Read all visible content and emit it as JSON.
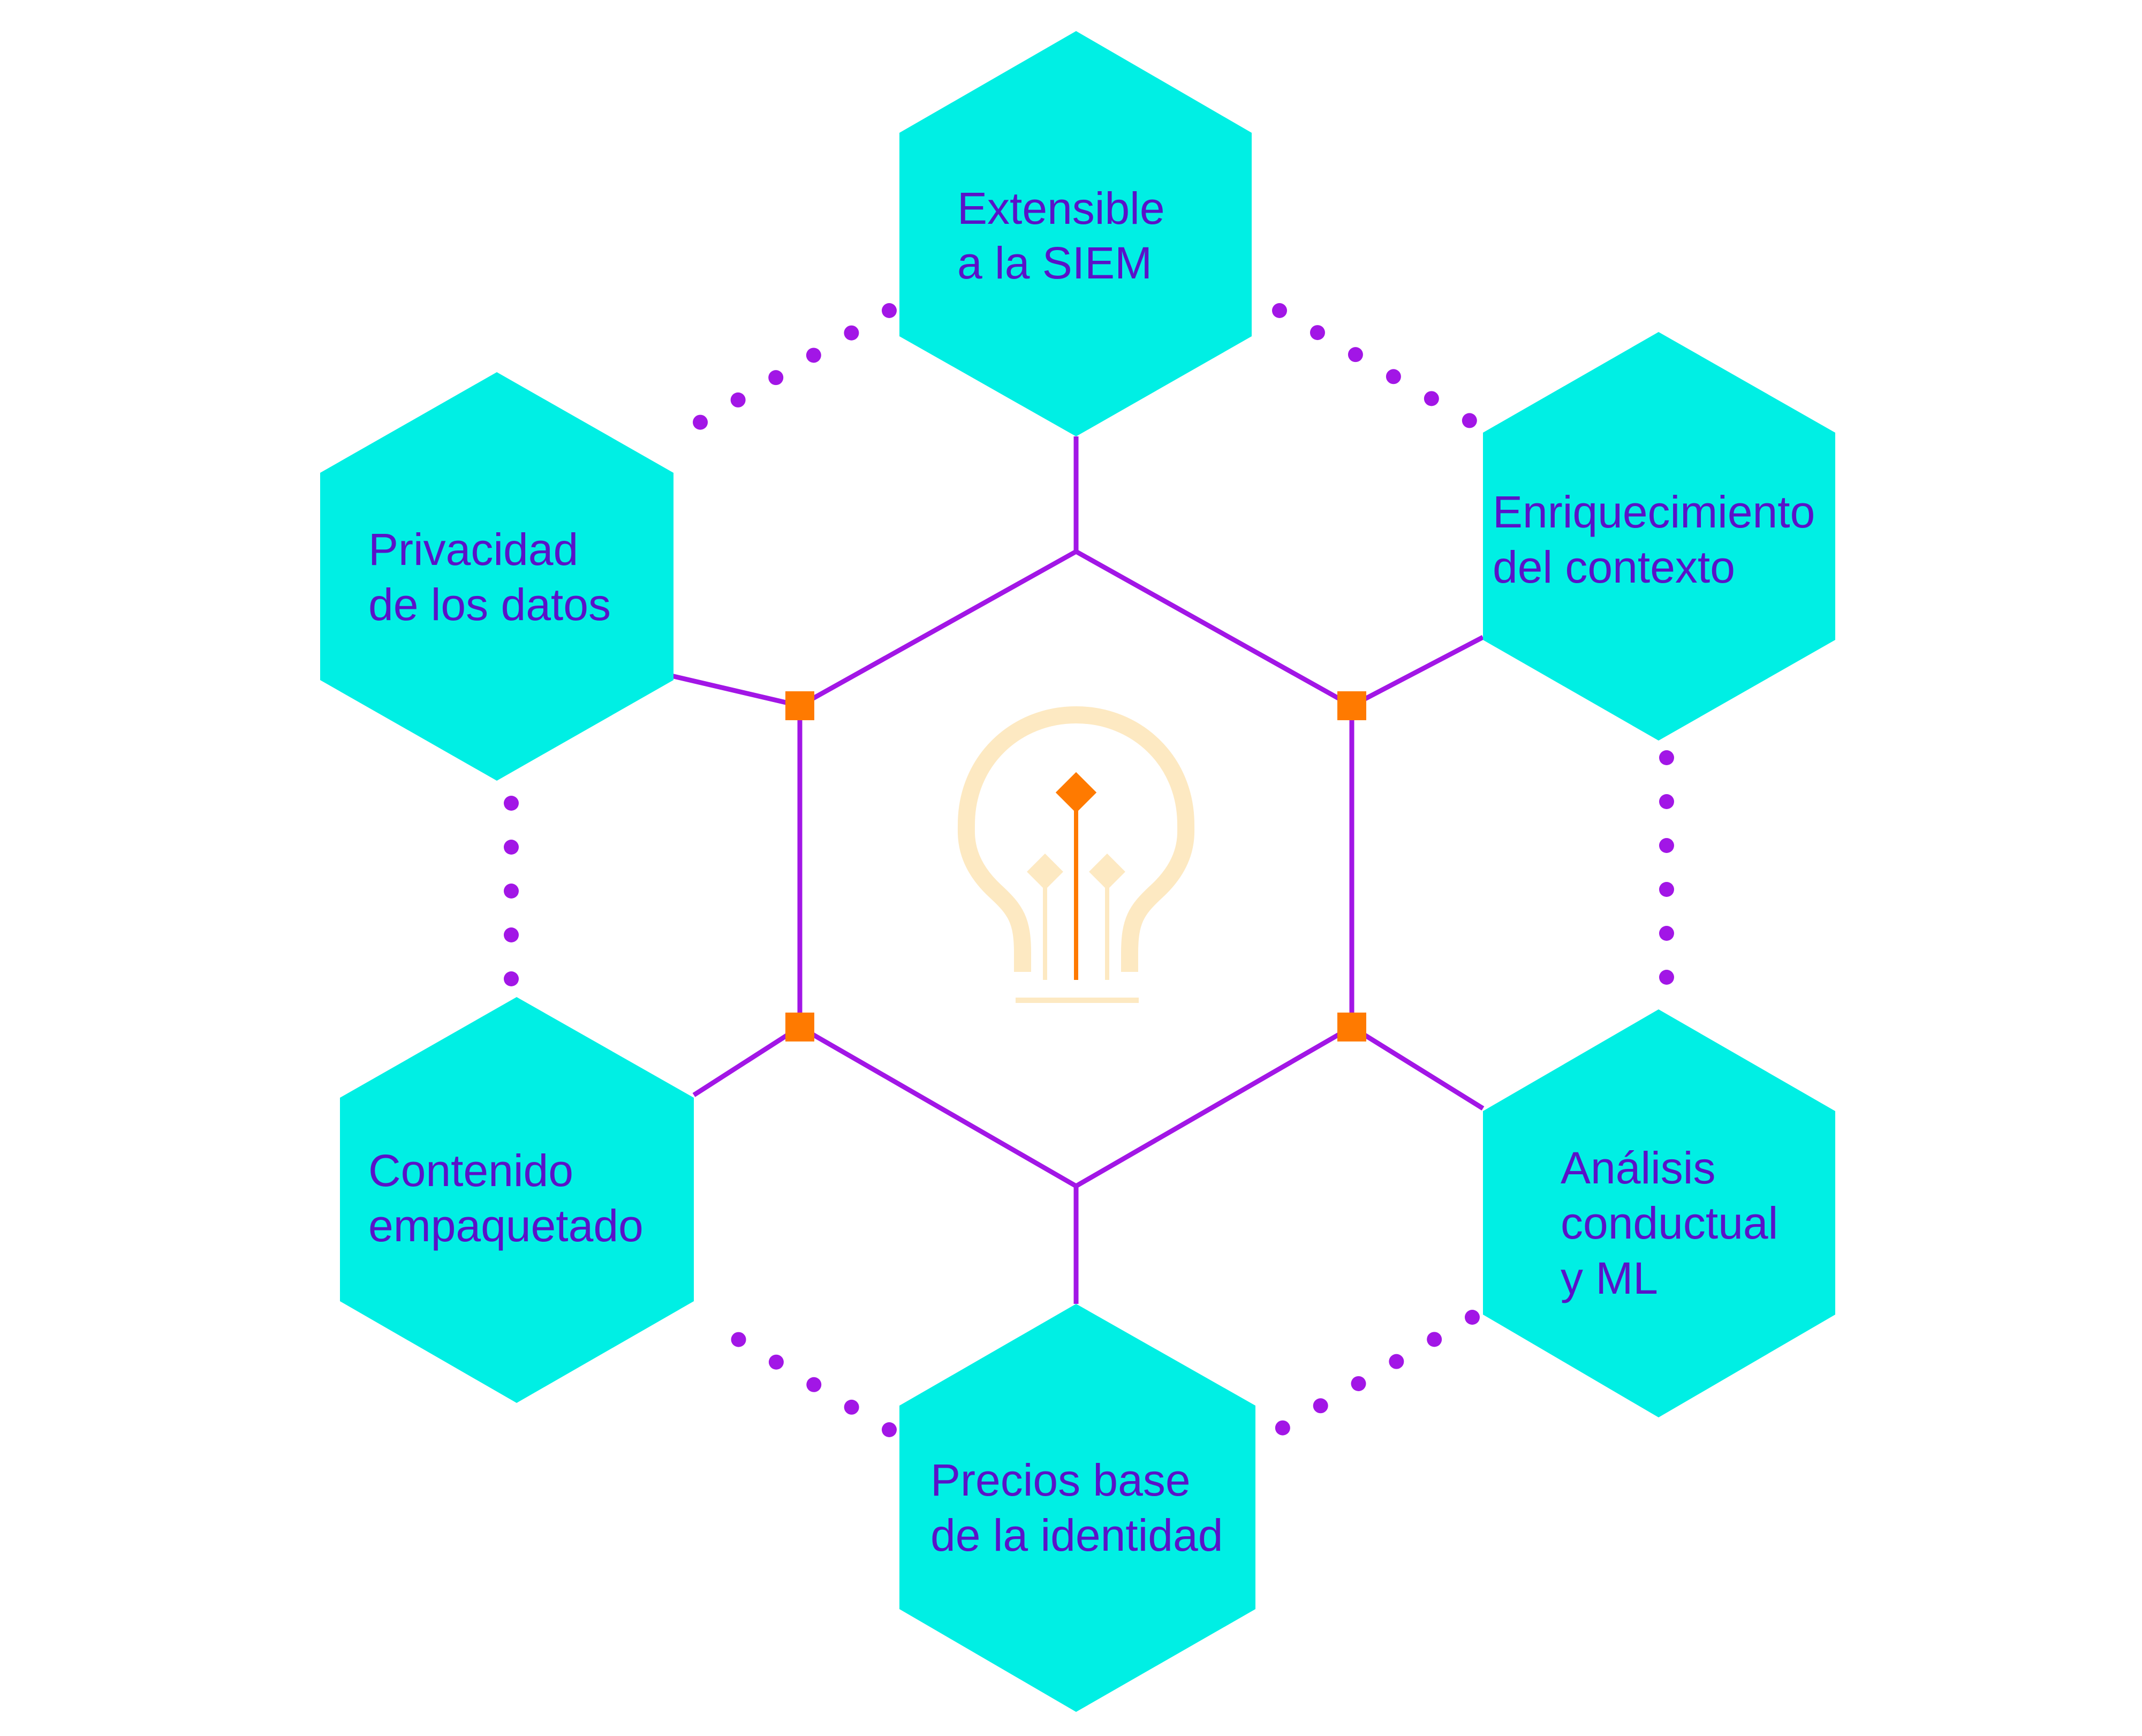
{
  "diagram": {
    "center_icon": "lightbulb-icon",
    "colors": {
      "hexagon_fill": "#00efe4",
      "label_text": "#5a12c8",
      "connector_line": "#a216e6",
      "dotted_link": "#a216e6",
      "junction_marker": "#ff7a00",
      "bulb_outline": "#fde9c2",
      "bulb_accent": "#ff7a00"
    },
    "nodes": [
      {
        "id": "top",
        "lines": [
          "Extensible",
          "a la SIEM"
        ]
      },
      {
        "id": "upper-right",
        "lines": [
          "Enriquecimiento",
          "del contexto"
        ]
      },
      {
        "id": "lower-right",
        "lines": [
          "Análisis",
          "conductual",
          "y ML"
        ]
      },
      {
        "id": "bottom",
        "lines": [
          "Precios base",
          "de la identidad"
        ]
      },
      {
        "id": "lower-left",
        "lines": [
          "Contenido",
          "empaquetado"
        ]
      },
      {
        "id": "upper-left",
        "lines": [
          "Privacidad",
          "de los datos"
        ]
      }
    ]
  }
}
